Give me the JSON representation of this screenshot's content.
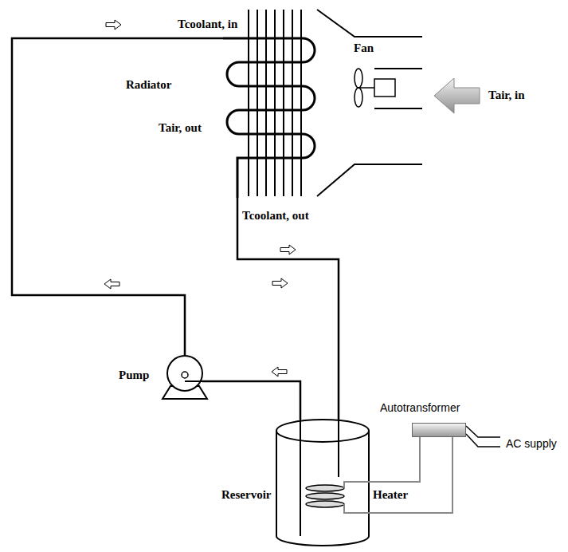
{
  "diagram": {
    "nodes": [
      {
        "text": [
          "Radiator"
        ]
      },
      {
        "text": [
          "Pump"
        ]
      },
      {
        "text": [
          "Reservoir"
        ]
      },
      {
        "text": [
          "Autotransformer"
        ]
      }
    ],
    "edges": [
      {
        "from": 0,
        "to": 2,
        "arrow": "none"
      },
      {
        "from": 2,
        "to": 1,
        "arrow": "none"
      },
      {
        "from": 1,
        "to": 0,
        "arrow": "none"
      },
      {
        "from": 3,
        "to": 2,
        "arrow": "none"
      },
      {
        "from": 3,
        "to": 2,
        "arrow": "none"
      }
    ],
    "labels": [
      "Tcoolant, in",
      "Fan",
      "Tair, in",
      "Tair, out",
      "Tcoolant, out",
      "Heater",
      "AC supply"
    ]
  }
}
